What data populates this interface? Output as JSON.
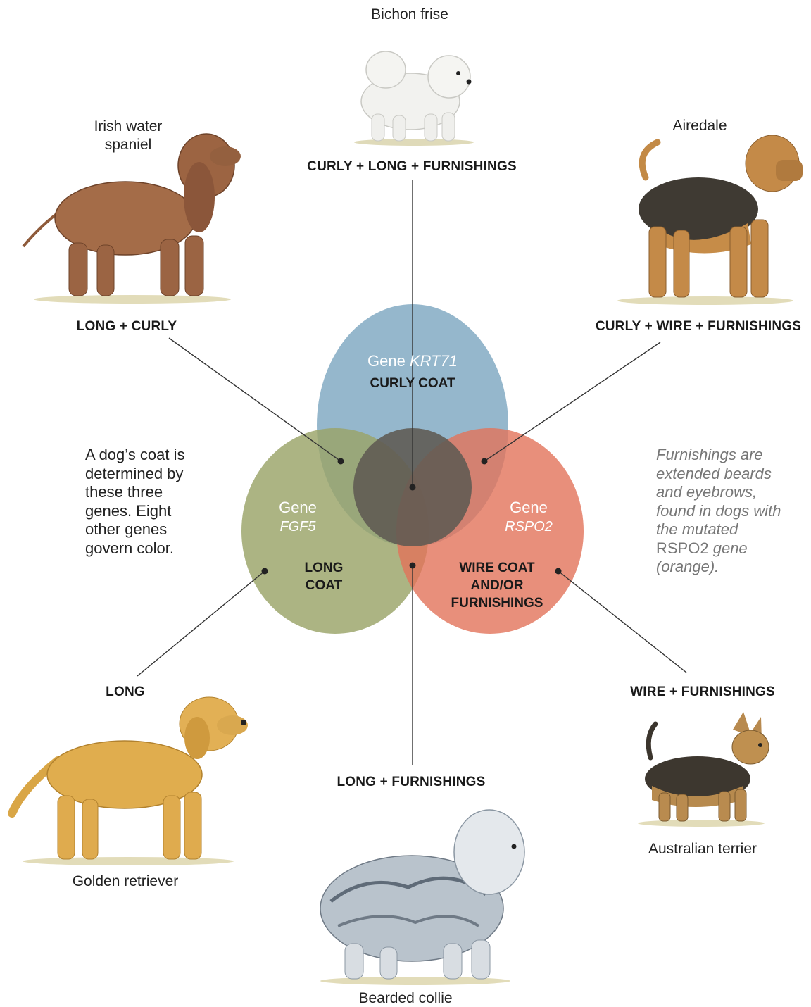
{
  "breeds": {
    "bichon": "Bichon frise",
    "irish_line1": "Irish water",
    "irish_line2": "spaniel",
    "airedale": "Airedale",
    "golden": "Golden retriever",
    "bearded": "Bearded collie",
    "australian": "Australian terrier"
  },
  "combos": {
    "bichon": "CURLY + LONG + FURNISHINGS",
    "irish": "LONG + CURLY",
    "airedale": "CURLY + WIRE + FURNISHINGS",
    "golden": "LONG",
    "bearded": "LONG + FURNISHINGS",
    "australian": "WIRE + FURNISHINGS"
  },
  "genes": {
    "krt71": {
      "word": "Gene",
      "name": "KRT71",
      "trait": "CURLY COAT",
      "color": "#8fb3c9"
    },
    "fgf5": {
      "word": "Gene",
      "name": "FGF5",
      "trait_line1": "LONG",
      "trait_line2": "COAT",
      "color": "#9aa468"
    },
    "rspo2": {
      "word": "Gene",
      "name": "RSPO2",
      "trait_line1": "WIRE COAT",
      "trait_line2": "AND/OR",
      "trait_line3": "FURNISHINGS",
      "color": "#e2735a"
    }
  },
  "notes": {
    "left": "A dog’s coat is determined by these three genes. Eight other genes govern color.",
    "right_part1": "Furnishings are extended beards and eyebrows, found in dogs with the mutated",
    "right_gene": "RSPO2",
    "right_part2": "gene (orange)."
  }
}
